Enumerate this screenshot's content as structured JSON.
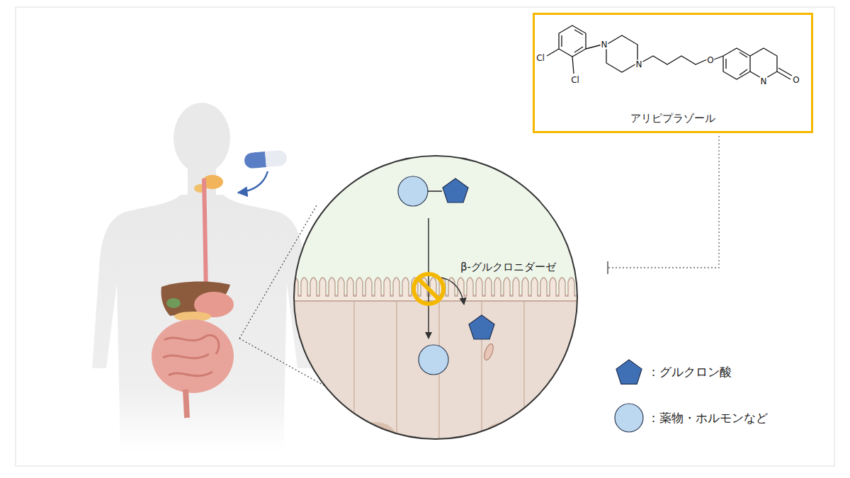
{
  "diagram": {
    "nodes": [
      {
        "text": [
          "アリピプラゾール"
        ]
      }
    ],
    "labels": [
      "β-グルクロニダーゼ",
      "Cl",
      "Cl",
      "N",
      "N",
      "O",
      "N",
      "O"
    ],
    "legend": [
      {
        "text": "：グルクロン酸"
      },
      {
        "text": "：薬物・ホルモンなど"
      }
    ]
  }
}
